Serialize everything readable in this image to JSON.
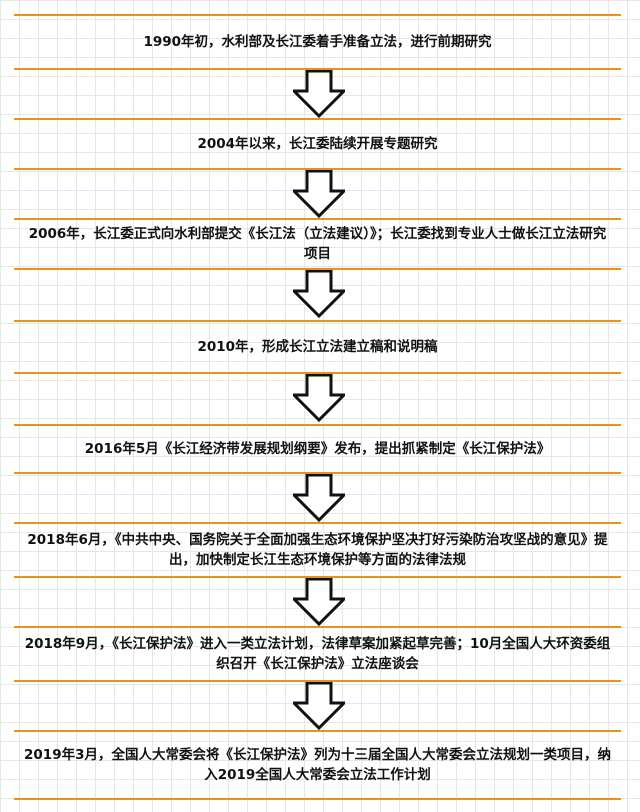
{
  "colors": {
    "step_border": "#e8921a",
    "arrow_stroke": "#111111",
    "arrow_fill": "#ffffff"
  },
  "steps": [
    {
      "text": "1990年初，水利部及长江委着手准备立法，进行前期研究"
    },
    {
      "text": "2004年以来，长江委陆续开展专题研究"
    },
    {
      "text": "2006年，长江委正式向水利部提交《长江法（立法建议）》；长江委找到专业人士做长江立法研究项目"
    },
    {
      "text": "2010年，形成长江立法建立稿和说明稿"
    },
    {
      "text": "2016年5月《长江经济带发展规划纲要》发布，提出抓紧制定《长江保护法》"
    },
    {
      "text": "2018年6月，《中共中央、国务院关于全面加强生态环境保护坚决打好污染防治攻坚战的意见》提出，加快制定长江生态环境保护等方面的法律法规"
    },
    {
      "text": "2018年9月，《长江保护法》进入一类立法计划，法律草案加紧起草完善；10月全国人大环资委组织召开《长江保护法》立法座谈会"
    },
    {
      "text": "2019年3月，全国人大常委会将《长江保护法》列为十三届全国人大常委会立法规划一类项目，纳入2019全国人大常委会立法工作计划"
    }
  ]
}
